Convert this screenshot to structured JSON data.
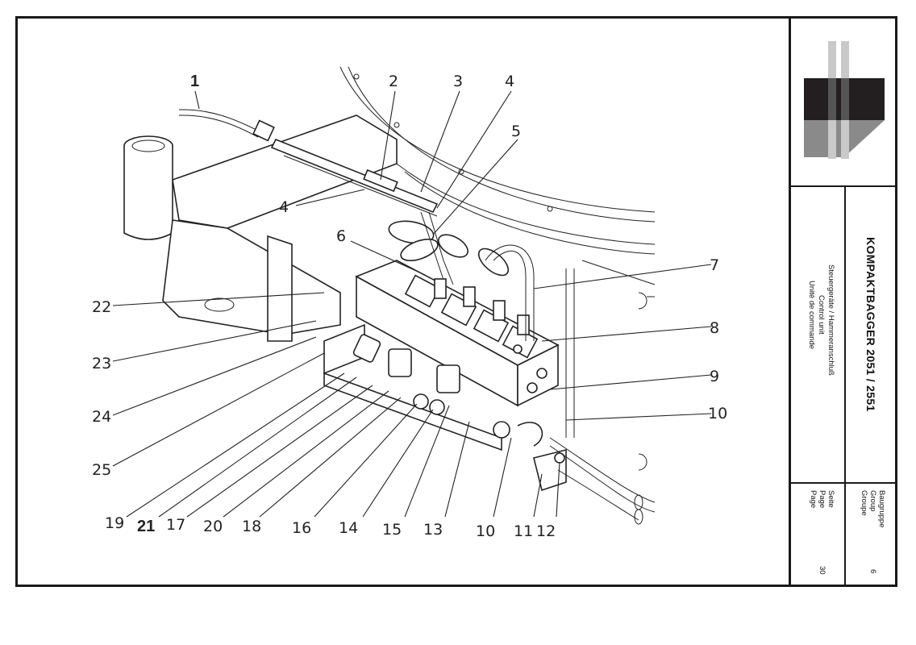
{
  "title_block": {
    "model": "KOMPAKTBAGGER 2051 / 2551",
    "subtitle_de": "Steuergeräte / Hammeranschluß",
    "subtitle_en": "Control unit",
    "subtitle_fr": "Unité de commande",
    "group_labels": [
      "Baugruppe",
      "Group",
      "Groupe"
    ],
    "group_value": "6",
    "page_labels": [
      "Seite",
      "Page",
      "Page"
    ],
    "page_value": "30"
  },
  "logo": {
    "icon": "manufacturer-logo",
    "colors": {
      "dark": "#231f20",
      "mid": "#8a8a8a",
      "light": "#c9c9c9"
    }
  },
  "callouts": [
    "1",
    "2",
    "3",
    "4",
    "5",
    "4",
    "6",
    "7",
    "8",
    "9",
    "10",
    "22",
    "23",
    "24",
    "25",
    "19",
    "21",
    "17",
    "20",
    "18",
    "16",
    "14",
    "15",
    "13",
    "10",
    "11",
    "12"
  ]
}
